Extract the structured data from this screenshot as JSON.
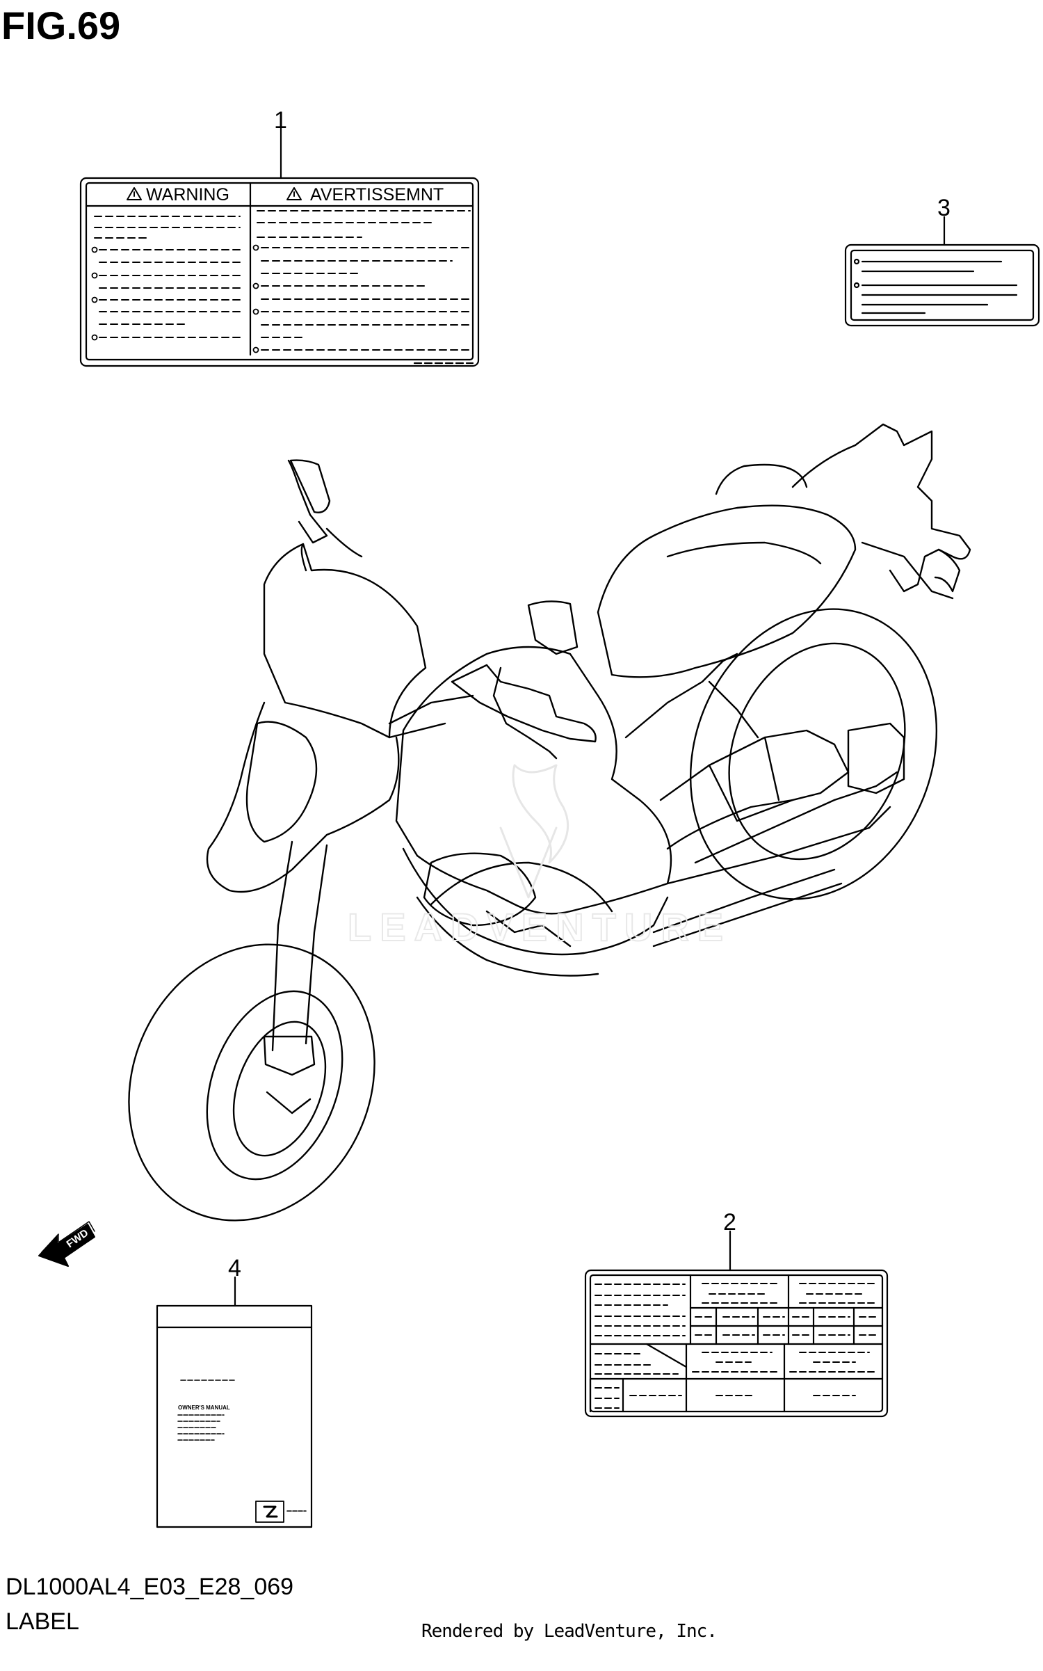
{
  "figure": {
    "title": "FIG.69",
    "model_code": "DL1000AL4_E03_E28_069",
    "section_name": "LABEL",
    "rendered_by": "Rendered by LeadVenture, Inc.",
    "watermark": "LEADVENTURE"
  },
  "callouts": {
    "c1": "1",
    "c2": "2",
    "c3": "3",
    "c4": "4"
  },
  "label1": {
    "warning": "WARNING",
    "avertissement": "AVERTISSEMNT"
  },
  "label4": {
    "manual": "OWNER'S MANUAL"
  },
  "fwd": {
    "text": "FWD"
  },
  "icons": [
    "warning-triangle-icon",
    "forward-arrow-icon",
    "suzuki-logo-icon"
  ]
}
